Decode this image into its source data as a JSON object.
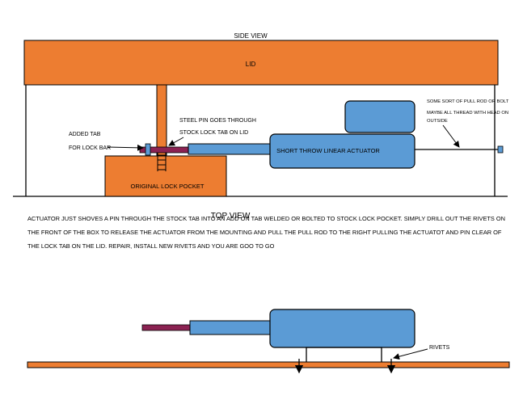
{
  "diagram": {
    "side_view_title": "SIDE VIEW",
    "lid_label": "LID",
    "added_tab_label": "ADDED TAB",
    "for_lock_bar_label": "FOR LOCK BAR",
    "steel_pin_label": "STEEL PIN GOES THROUGH",
    "stock_lock_tab_label": "STOCK LOCK TAB ON LID",
    "actuator_label": "SHORT THROW LINEAR ACTUATOR",
    "pull_rod_label": "SOME SORT OF PULL ROD OR BOLT",
    "all_thread_label_1": "MAYBE ALL THREAD WITH HEAD ON",
    "all_thread_label_2": "OUTSIDE",
    "lock_pocket_label": "ORIGINAL LOCK POCKET",
    "top_view_title": "TOP VIEW",
    "description": "ACTUATOR JUST SHOVES A PIN THROUGH THE STOCK TAB INTO AN ADD ON TAB WELDED OR BOLTED TO STOCK LOCK POCKET. SIMPLY DRILL OUT THE RIVETS ON THE FRONT OF THE BOX TO RELEASE THE ACTUATOR FROM THE MOUNTING AND PULL THE PULL ROD TO THE RIGHT PULLING THE ACTUATOT AND PIN CLEAR OF THE LOCK TAB ON THE LID. REPAIR, INSTALL NEW RIVETS AND YOU ARE GOO TO GO",
    "rivets_label": "RIVETS"
  },
  "colors": {
    "orange": "#ed7d31",
    "blue": "#5b9bd5",
    "pin": "#8b2252",
    "stroke": "#000000"
  }
}
